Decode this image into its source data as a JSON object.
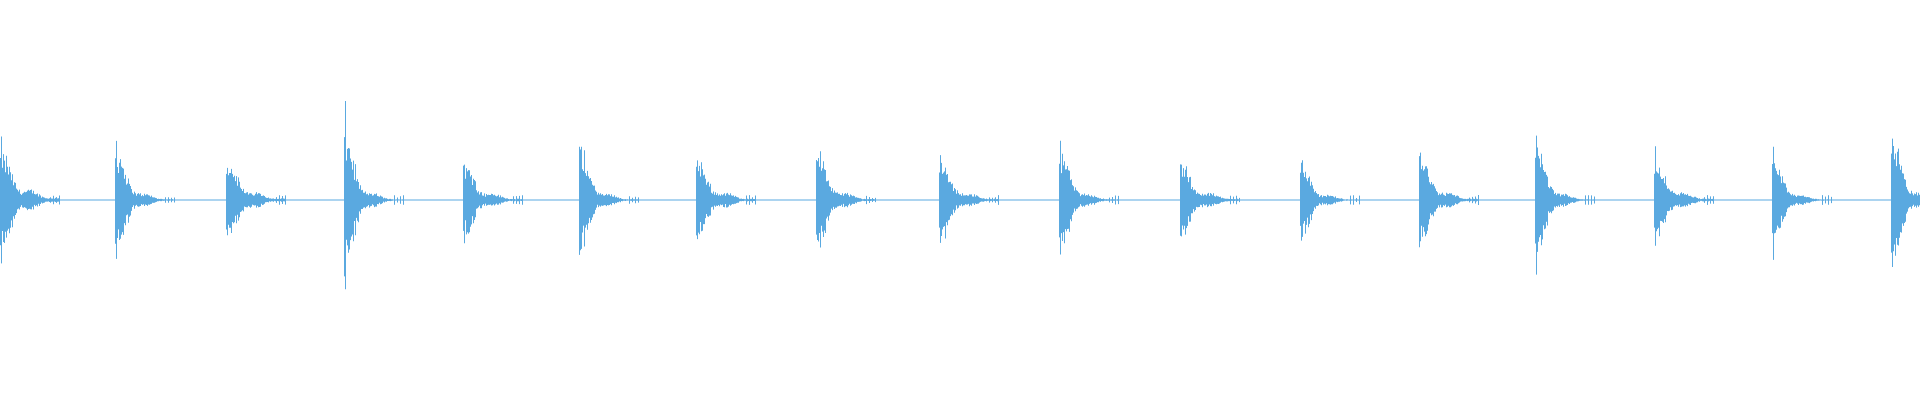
{
  "waveform": {
    "color": "#5aa9e0",
    "background": "#ffffff",
    "hit_count": 17,
    "hits": [
      {
        "time": 0.0,
        "peak": 0.34,
        "decay": 0.3
      },
      {
        "time": 0.06,
        "peak": 0.4,
        "decay": 0.22
      },
      {
        "time": 0.118,
        "peak": 0.3,
        "decay": 0.28
      },
      {
        "time": 0.18,
        "peak": 0.52,
        "decay": 0.2
      },
      {
        "time": 0.242,
        "peak": 0.28,
        "decay": 0.26
      },
      {
        "time": 0.303,
        "peak": 0.38,
        "decay": 0.22
      },
      {
        "time": 0.364,
        "peak": 0.28,
        "decay": 0.28
      },
      {
        "time": 0.427,
        "peak": 0.36,
        "decay": 0.24
      },
      {
        "time": 0.491,
        "peak": 0.3,
        "decay": 0.26
      },
      {
        "time": 0.554,
        "peak": 0.38,
        "decay": 0.22
      },
      {
        "time": 0.617,
        "peak": 0.26,
        "decay": 0.28
      },
      {
        "time": 0.68,
        "peak": 0.28,
        "decay": 0.22
      },
      {
        "time": 0.742,
        "peak": 0.32,
        "decay": 0.26
      },
      {
        "time": 0.803,
        "peak": 0.46,
        "decay": 0.2
      },
      {
        "time": 0.865,
        "peak": 0.28,
        "decay": 0.28
      },
      {
        "time": 0.927,
        "peak": 0.32,
        "decay": 0.22
      },
      {
        "time": 0.989,
        "peak": 0.52,
        "decay": 0.2
      }
    ]
  }
}
